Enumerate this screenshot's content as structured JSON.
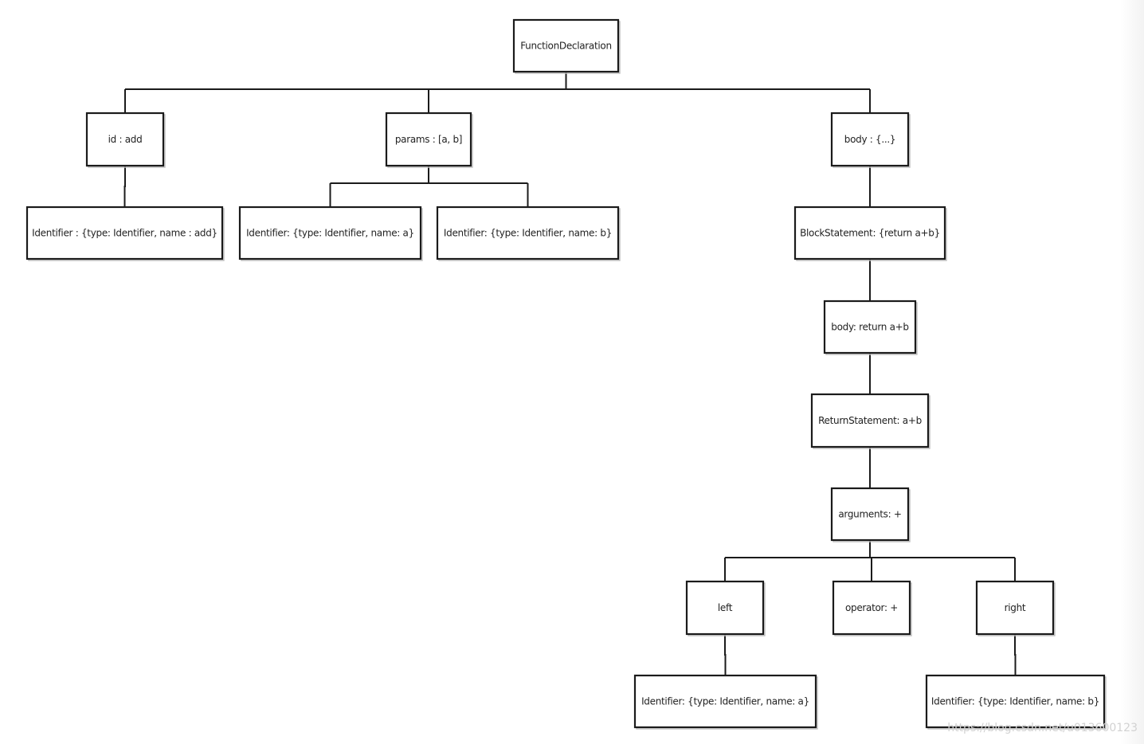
{
  "nodes": [
    {
      "id": "function-declaration",
      "label": "FunctionDeclaration"
    },
    {
      "id": "id",
      "label": "id : add"
    },
    {
      "id": "params",
      "label": "params :  [a, b]"
    },
    {
      "id": "body-root",
      "label": "body : {...}"
    },
    {
      "id": "identifier-add",
      "label": "Identifier : {type: Identifier, name : add}"
    },
    {
      "id": "identifier-a",
      "label": "Identifier:  {type: Identifier, name: a}"
    },
    {
      "id": "identifier-b",
      "label": "Identifier:  {type: Identifier, name: b}"
    },
    {
      "id": "block-statement",
      "label": "BlockStatement: {return a+b}"
    },
    {
      "id": "body-return",
      "label": "body: return a+b"
    },
    {
      "id": "return-statement",
      "label": "ReturnStatement: a+b"
    },
    {
      "id": "arguments",
      "label": "arguments: +"
    },
    {
      "id": "left",
      "label": "left"
    },
    {
      "id": "operator",
      "label": "operator: +"
    },
    {
      "id": "right",
      "label": "right"
    },
    {
      "id": "left-identifier",
      "label": "Identifier:  {type: Identifier, name: a}"
    },
    {
      "id": "right-identifier",
      "label": "Identifier: {type: Identifier, name: b}"
    }
  ],
  "edges": [
    [
      "function-declaration",
      "id"
    ],
    [
      "function-declaration",
      "params"
    ],
    [
      "function-declaration",
      "body-root"
    ],
    [
      "id",
      "identifier-add"
    ],
    [
      "params",
      "identifier-a"
    ],
    [
      "params",
      "identifier-b"
    ],
    [
      "body-root",
      "block-statement"
    ],
    [
      "block-statement",
      "body-return"
    ],
    [
      "body-return",
      "return-statement"
    ],
    [
      "return-statement",
      "arguments"
    ],
    [
      "arguments",
      "left"
    ],
    [
      "arguments",
      "operator"
    ],
    [
      "arguments",
      "right"
    ],
    [
      "left",
      "left-identifier"
    ],
    [
      "right",
      "right-identifier"
    ]
  ],
  "watermark": "https://blog.csdn.net/u013600123"
}
